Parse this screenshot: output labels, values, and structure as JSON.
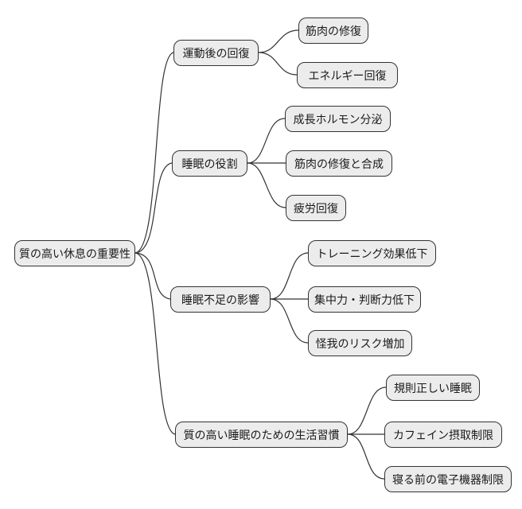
{
  "mindmap": {
    "title": "質の高い休息の重要性 mindmap",
    "root": {
      "label": "質の高い休息の重要性"
    },
    "branches": [
      {
        "label": "運動後の回復",
        "children": [
          {
            "label": "筋肉の修復"
          },
          {
            "label": "エネルギー回復"
          }
        ]
      },
      {
        "label": "睡眠の役割",
        "children": [
          {
            "label": "成長ホルモン分泌"
          },
          {
            "label": "筋肉の修復と合成"
          },
          {
            "label": "疲労回復"
          }
        ]
      },
      {
        "label": "睡眠不足の影響",
        "children": [
          {
            "label": "トレーニング効果低下"
          },
          {
            "label": "集中力・判断力低下"
          },
          {
            "label": "怪我のリスク増加"
          }
        ]
      },
      {
        "label": "質の高い睡眠のための生活習慣",
        "children": [
          {
            "label": "規則正しい睡眠"
          },
          {
            "label": "カフェイン摂取制限"
          },
          {
            "label": "寝る前の電子機器制限"
          }
        ]
      }
    ]
  },
  "colors": {
    "node_fill": "#ececec",
    "node_border": "#333333",
    "edge": "#333333",
    "text": "#1a1a1a",
    "background": "#ffffff"
  }
}
